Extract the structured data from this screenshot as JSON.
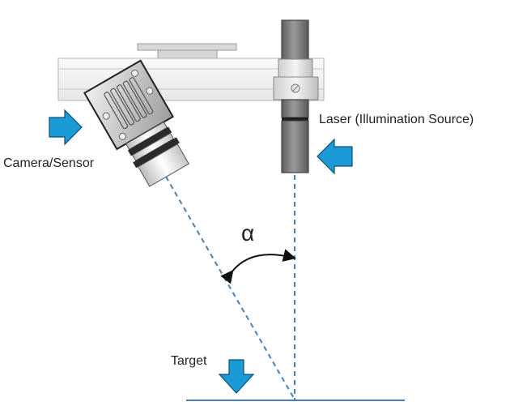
{
  "title": "Laser triangulation setup",
  "labels": {
    "camera": "Camera/Sensor",
    "laser": "Laser (Illumination Source)",
    "target": "Target",
    "angle": "α"
  },
  "colors": {
    "arrow": "#1a9ad6",
    "beam": "#4a7fb5",
    "target_line": "#4a7fb5",
    "metal_dark": "#7a7a7a",
    "rail": "#f2f2f2"
  },
  "icons": {
    "camera_arrow": "arrow-right-icon",
    "laser_arrow": "arrow-left-icon",
    "target_arrow": "arrow-down-icon",
    "angle_arrow": "double-arrow-arc-icon"
  }
}
